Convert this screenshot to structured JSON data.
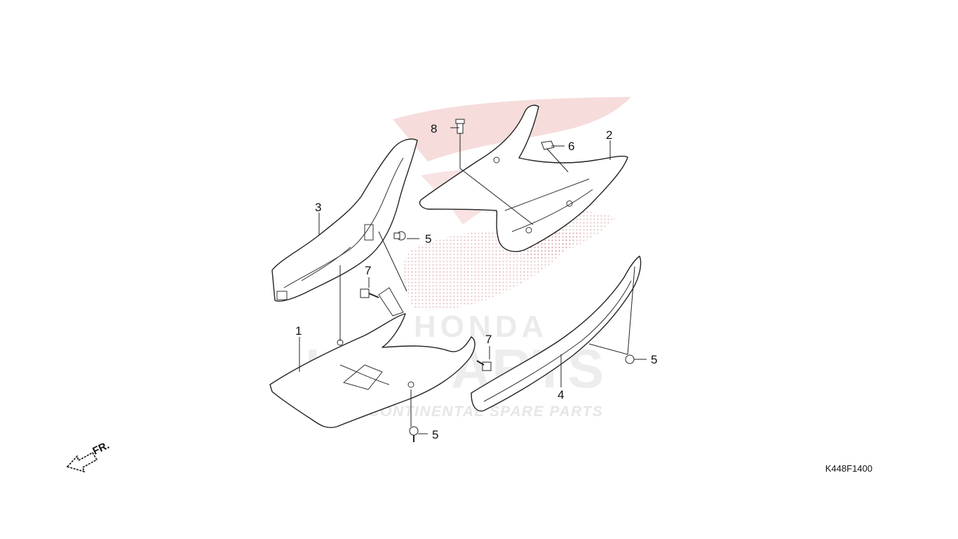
{
  "watermark": {
    "brand": "HONDA",
    "logo_text": "ICS PARTS",
    "tagline": "INTERCONTINENTAL SPARE PARTS",
    "brand_color": "#e63946"
  },
  "callouts": {
    "c1": "1",
    "c2": "2",
    "c3": "3",
    "c4": "4",
    "c5a": "5",
    "c5b": "5",
    "c5c": "5",
    "c6": "6",
    "c7a": "7",
    "c7b": "7",
    "c8": "8"
  },
  "direction_label": "FR.",
  "drawing_code": "K448F1400"
}
